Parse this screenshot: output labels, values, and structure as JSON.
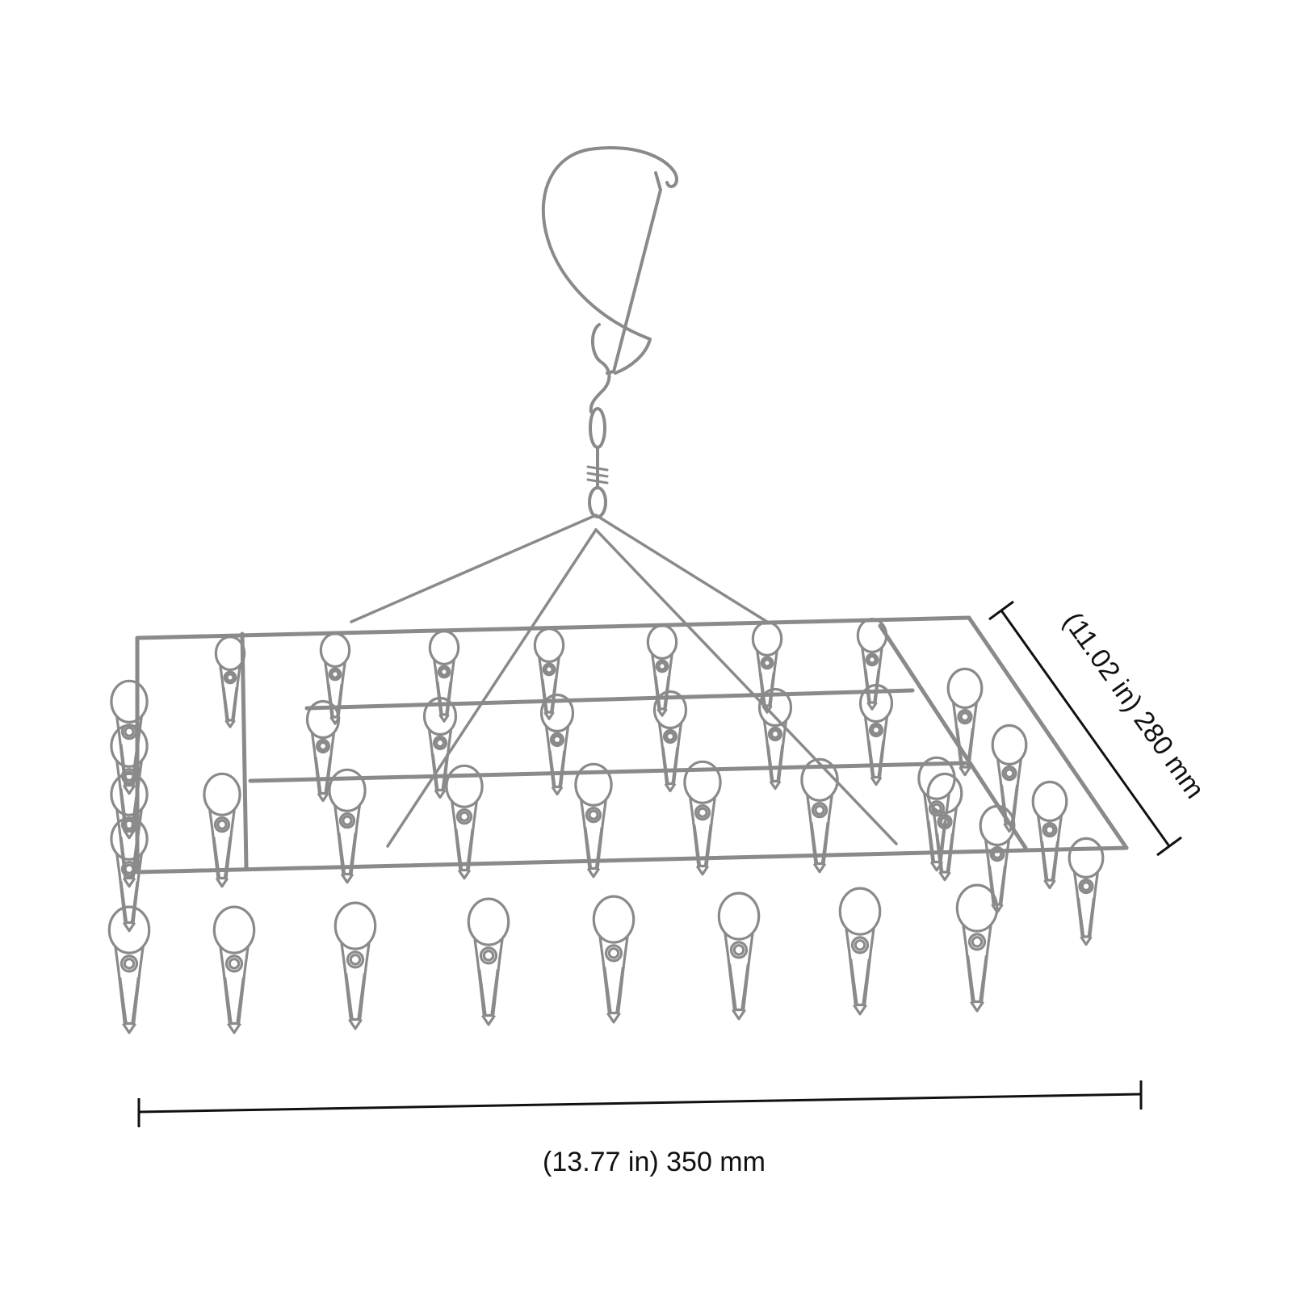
{
  "dimensions": {
    "width_label": "(13.77 in) 350 mm",
    "depth_label": "(11.02 in) 280 mm"
  },
  "product": {
    "front_clips": 8,
    "rows": 4
  },
  "colors": {
    "wire": "#8a8a8a",
    "dim_line": "#111111"
  }
}
